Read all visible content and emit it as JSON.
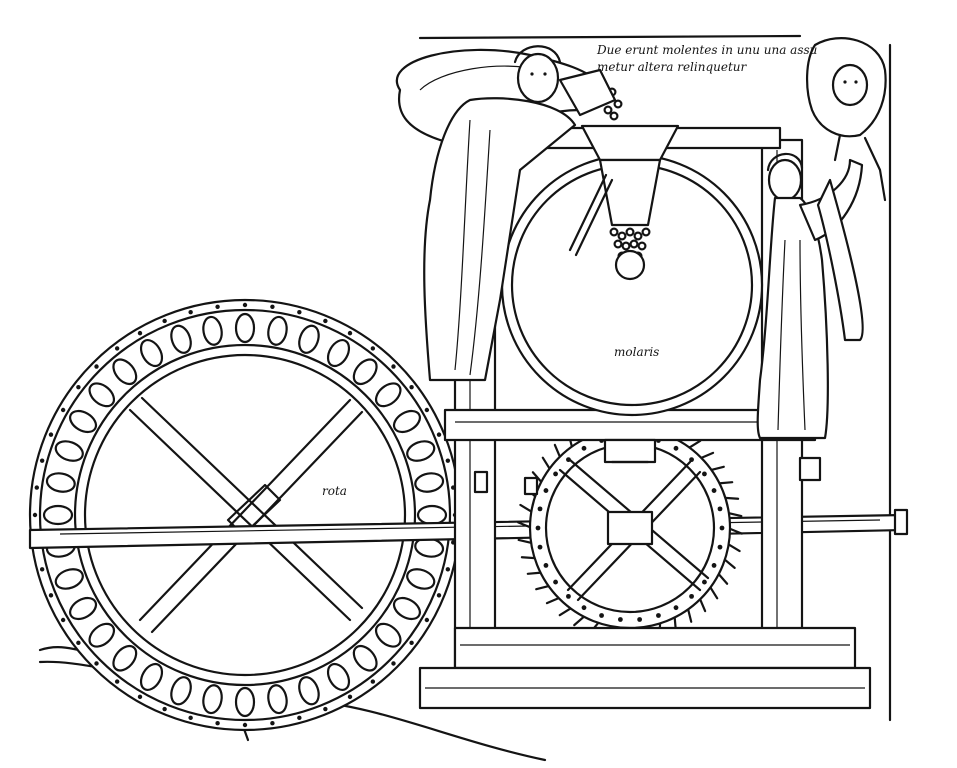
{
  "image": {
    "description_color": "#141414",
    "background": "#ffffff"
  },
  "inscription": {
    "line1": "Due erunt molentes in unu una assu",
    "line2": "metur altera relinquetur"
  },
  "labels": {
    "wheel": "rota",
    "millstone": "molaris"
  }
}
